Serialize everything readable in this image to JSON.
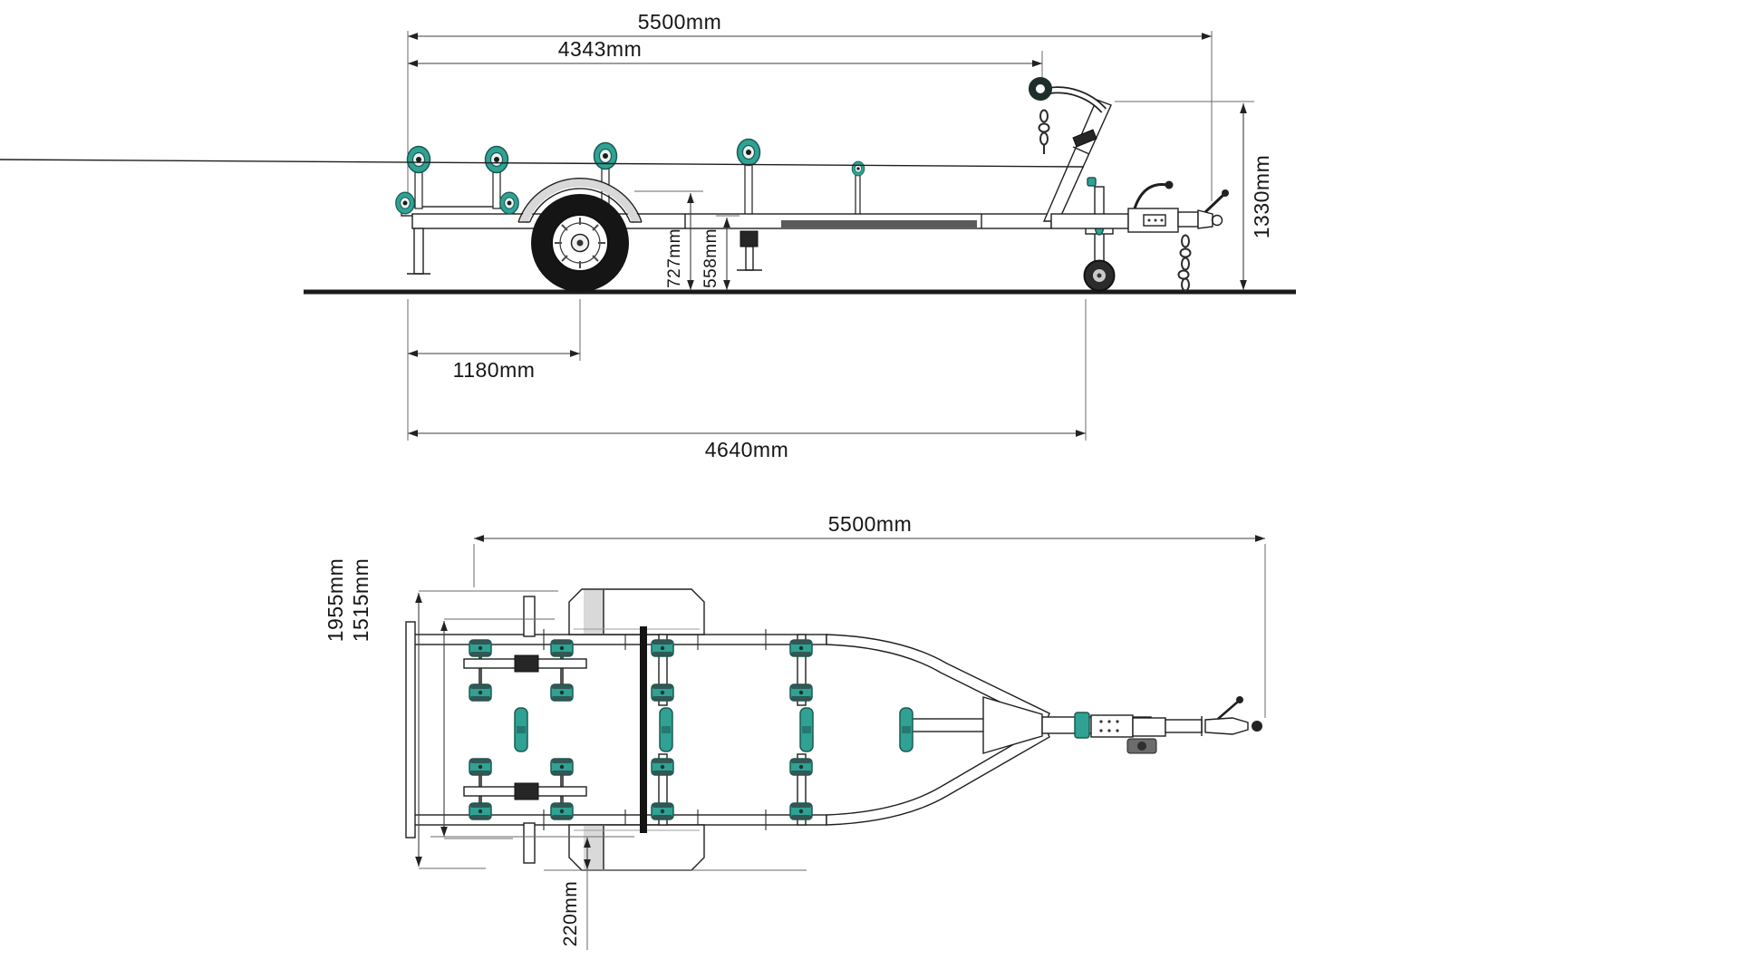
{
  "diagram": {
    "type": "boat-trailer technical drawing, side view and top (plan) view",
    "colors": {
      "background": "#ffffff",
      "line": "#1f1f1f",
      "dimension_line": "#3c3c3c",
      "accent": "#2fa294",
      "accent_dark": "#1b5a54",
      "tire": "#151515",
      "shade": "#d9d9d9"
    },
    "side_view": {
      "dims": {
        "overall_length": "5500mm",
        "rear_to_bow_roller": "4343mm",
        "overall_height": "1330mm",
        "keel_support_height": "727mm",
        "frame_height": "558mm",
        "rear_to_axle": "1180mm",
        "rear_to_jockey": "4640mm"
      }
    },
    "top_view": {
      "dims": {
        "overall_length": "5500mm",
        "overall_width": "1955mm",
        "inner_width": "1515mm",
        "fender_offset": "220mm"
      }
    }
  }
}
